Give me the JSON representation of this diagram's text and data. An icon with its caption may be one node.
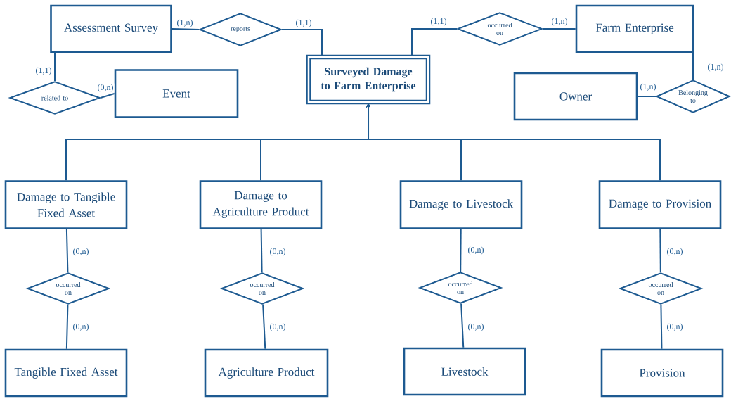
{
  "diagram": {
    "nodes": [
      {
        "text": [
          "Assessment Survey"
        ]
      },
      {
        "text": [
          "reports"
        ]
      },
      {
        "text": [
          "Surveyed Damage to Farm Enterprise"
        ]
      },
      {
        "text": [
          "occurred on"
        ]
      },
      {
        "text": [
          "Farm Enterprise"
        ]
      },
      {
        "text": [
          "related to"
        ]
      },
      {
        "text": [
          "Event"
        ]
      },
      {
        "text": [
          "Owner"
        ]
      },
      {
        "text": [
          "Belonging to"
        ]
      },
      {
        "text": [
          "Damage to Tangible Fixed Asset"
        ]
      },
      {
        "text": [
          "Damage to Agriculture Product"
        ]
      },
      {
        "text": [
          "Damage to Livestock"
        ]
      },
      {
        "text": [
          "Damage to Provision"
        ]
      },
      {
        "text": [
          "occurred on"
        ]
      },
      {
        "text": [
          "occurred on"
        ]
      },
      {
        "text": [
          "occurred on"
        ]
      },
      {
        "text": [
          "occurred on"
        ]
      },
      {
        "text": [
          "Tangible Fixed Asset"
        ]
      },
      {
        "text": [
          "Agriculture Product"
        ]
      },
      {
        "text": [
          "Livestock"
        ]
      },
      {
        "text": [
          "Provision"
        ]
      }
    ],
    "edges": [
      {
        "from": 0,
        "to": 1,
        "arrow": "none",
        "label": "(1,n)"
      },
      {
        "from": 1,
        "to": 2,
        "arrow": "none",
        "label": "(1,1)"
      },
      {
        "from": 2,
        "to": 3,
        "arrow": "none",
        "label": "(1,1)"
      },
      {
        "from": 3,
        "to": 4,
        "arrow": "none",
        "label": "(1,n)"
      },
      {
        "from": 0,
        "to": 5,
        "arrow": "none",
        "label": "(1,1)"
      },
      {
        "from": 5,
        "to": 6,
        "arrow": "none",
        "label": "(0,n)"
      },
      {
        "from": 4,
        "to": 8,
        "arrow": "none",
        "label": "(1,n)"
      },
      {
        "from": 8,
        "to": 7,
        "arrow": "none",
        "label": "(1,n)"
      },
      {
        "from": 9,
        "to": 2,
        "arrow": "to"
      },
      {
        "from": 10,
        "to": 2,
        "arrow": "to"
      },
      {
        "from": 11,
        "to": 2,
        "arrow": "to"
      },
      {
        "from": 12,
        "to": 2,
        "arrow": "to"
      },
      {
        "from": 9,
        "to": 13,
        "arrow": "none",
        "label": "(0,n)"
      },
      {
        "from": 10,
        "to": 14,
        "arrow": "none",
        "label": "(0,n)"
      },
      {
        "from": 11,
        "to": 15,
        "arrow": "none",
        "label": "(0,n)"
      },
      {
        "from": 12,
        "to": 16,
        "arrow": "none",
        "label": "(0,n)"
      },
      {
        "from": 13,
        "to": 17,
        "arrow": "none",
        "label": "(0,n)"
      },
      {
        "from": 14,
        "to": 18,
        "arrow": "none",
        "label": "(0,n)"
      },
      {
        "from": 15,
        "to": 19,
        "arrow": "none",
        "label": "(0,n)"
      },
      {
        "from": 16,
        "to": 20,
        "arrow": "none",
        "label": "(0,n)"
      }
    ]
  }
}
